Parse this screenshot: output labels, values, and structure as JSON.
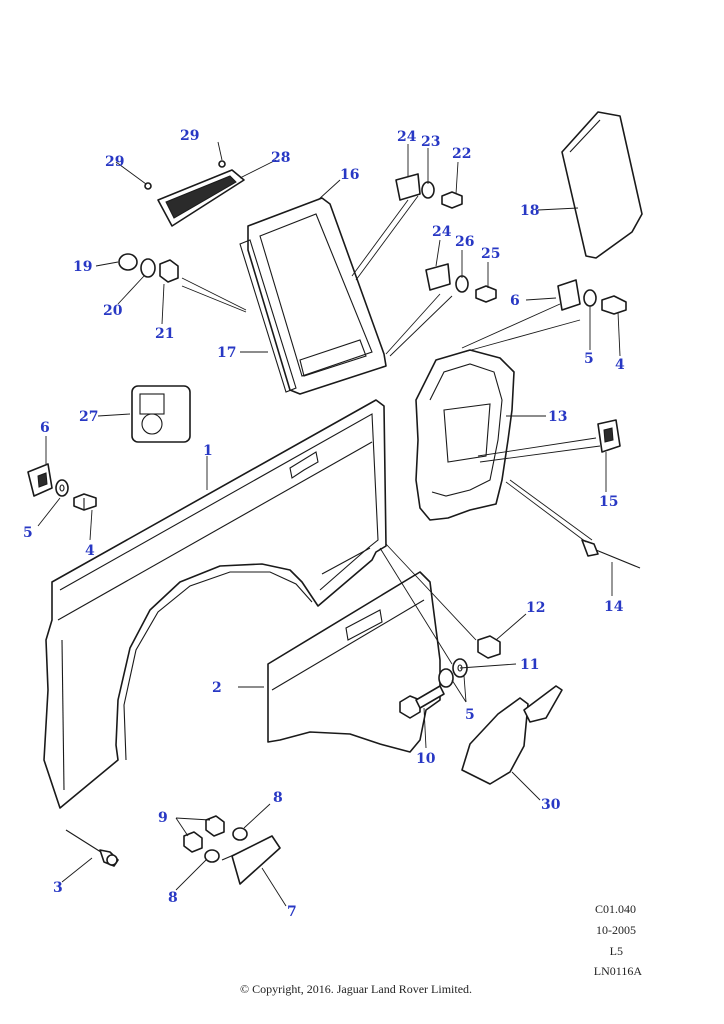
{
  "diagram": {
    "callout_color": "#2838c4",
    "line_color": "#1a1a1a",
    "callouts": {
      "c1": "1",
      "c2": "2",
      "c3": "3",
      "c4a": "4",
      "c4b": "4",
      "c5a": "5",
      "c5b": "5",
      "c5c": "5",
      "c6a": "6",
      "c6b": "6",
      "c7": "7",
      "c8a": "8",
      "c8b": "8",
      "c9": "9",
      "c10": "10",
      "c11": "11",
      "c12": "12",
      "c13": "13",
      "c14": "14",
      "c15": "15",
      "c16": "16",
      "c17": "17",
      "c18": "18",
      "c19": "19",
      "c20": "20",
      "c21": "21",
      "c22": "22",
      "c23": "23",
      "c24a": "24",
      "c24b": "24",
      "c25": "25",
      "c26": "26",
      "c27": "27",
      "c28": "28",
      "c29a": "29",
      "c29b": "29",
      "c30": "30"
    },
    "reference": {
      "code": "C01.040",
      "date": "10-2005",
      "level": "L5",
      "illustration_id": "LN0116A"
    },
    "copyright": "© Copyright, 2016. Jaguar Land Rover Limited."
  }
}
